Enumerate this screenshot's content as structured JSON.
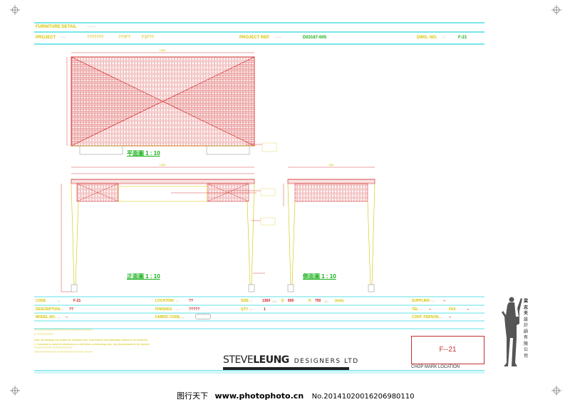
{
  "header": {
    "furniture_detail_label": "FURNITURE DETAIL",
    "furniture_detail_value": "??????",
    "project_label": "PROJECT",
    "project_value_1": "????",
    "project_value_2": "???????",
    "project_value_3": "???F?",
    "project_value_4": "F3???",
    "project_ref_label": "PROJECT REF.",
    "project_ref_q": "????",
    "project_ref_value": "D03167-005",
    "dwg_no_label": "DWG. NO.",
    "dwg_no_q": "??",
    "dwg_no_value": "F-21"
  },
  "drawings": {
    "plan_label": "平面圖 1 : 10",
    "front_label": "正面圖 1 : 10",
    "side_label": "側面圖 1 : 10",
    "plan_width_dim": "1360",
    "front_width_dim": "1360",
    "side_width_dim": "650"
  },
  "specs": {
    "code_label": "CODE",
    "code_q": "??",
    "code_value": "F-21",
    "location_label": "LOCATION",
    "location_q": "??",
    "location_value": "??",
    "size_label": "SIZE",
    "size_q": "??",
    "size_w": "1360",
    "size_w_unit": "(W)",
    "size_d_label": "D",
    "size_d": "650",
    "size_h_label": "H",
    "size_h": "750",
    "size_h_unit": "(H)",
    "size_mm": "(mm)",
    "supplier_label": "SUPPLIER",
    "supplier_q": "???",
    "supplier_value": "--",
    "description_label": "DESCRIPTION",
    "description_q": "??",
    "description_value": "??",
    "finishes_label": "FINISHES",
    "finishes_q": "??",
    "finishes_value": "?????",
    "qty_label": "QTY",
    "qty_q": "??",
    "qty_value": "1",
    "tel_label": "TEL",
    "tel_q": "??",
    "tel_value": "--",
    "fax_label": "FAX",
    "fax_value": "--",
    "model_label": "MODEL NO.",
    "model_q": "??",
    "model_value": "--",
    "fabric_label": "FABRIC CODE",
    "fabric_q": "????",
    "fabric_value": "--",
    "contact_label": "CONT. PERSON",
    "contact_q": "???",
    "contact_value": "--"
  },
  "notes": {
    "line1": "??:  ???????????????????????????????????????",
    "line2": "2.  ????????????",
    "line3": "Note: All drawings and details are indicative only. Final finishes and installation method to be confirmed",
    "line4": "1.  Contractor to check all dimensions on site before commencing work. Any discrepancies to be reported",
    "line5": "????????????  ???????????????",
    "line6": "????????????????  ???????????????????  ??????"
  },
  "brand": {
    "name_light": "STEVE",
    "name_bold": "LEUNG",
    "name_rest": "DESIGNERS LTD"
  },
  "stamp": {
    "code": "F--21",
    "caption": "CHOP  MARK  LOCATION"
  },
  "logo": {
    "chars": [
      "梁",
      "志",
      "天",
      "設",
      "計",
      "師",
      "有",
      "限",
      "公",
      "司"
    ]
  },
  "watermark": {
    "site": "图行天下",
    "url": "www.photophoto.cn",
    "id": "No.20141020016206980110"
  },
  "colors": {
    "cyan": "#29d6df",
    "red": "#d01818",
    "yellow": "#d4c400",
    "green": "#18b018"
  }
}
